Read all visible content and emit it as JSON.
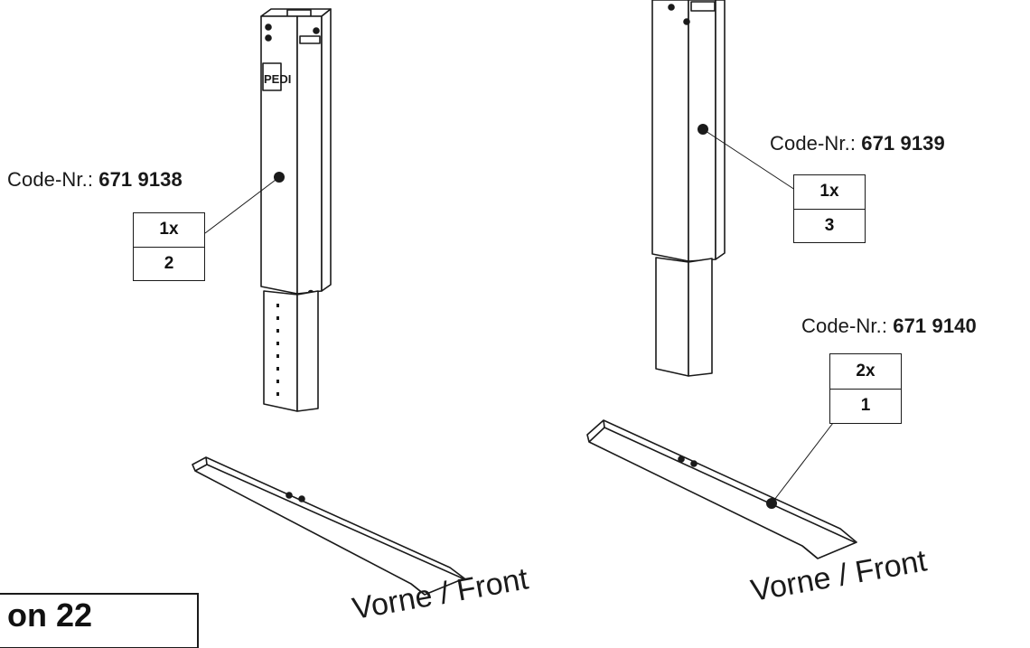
{
  "step": {
    "title": "on 22"
  },
  "parts": [
    {
      "code_label": "Code-Nr.:",
      "code_number": "671 9138",
      "quantity": "1x",
      "position": "2"
    },
    {
      "code_label": "Code-Nr.:",
      "code_number": "671 9139",
      "quantity": "1x",
      "position": "3"
    },
    {
      "code_label": "Code-Nr.:",
      "code_number": "671 9140",
      "quantity": "2x",
      "position": "1"
    }
  ],
  "orientation_labels": [
    {
      "text": "Vorne / Front"
    },
    {
      "text": "Vorne / Front"
    }
  ],
  "leg_brand_text": "PEDI",
  "colors": {
    "line": "#1a1a1a",
    "background": "#ffffff"
  }
}
